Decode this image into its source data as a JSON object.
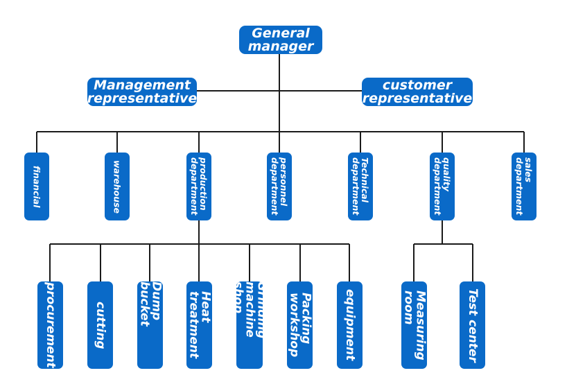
{
  "org_chart": {
    "general_manager": {
      "line1": "General",
      "line2": "manager"
    },
    "management_rep": {
      "line1": "Management",
      "line2": "representative"
    },
    "customer_rep": {
      "line1": "customer",
      "line2": "representative"
    },
    "departments": {
      "financial": "financial",
      "warehouse": "warehouse",
      "production": "production\ndepartment",
      "personnel": "personnel\ndepartment",
      "technical": "Technical\ndepartment",
      "quality": "quality\ndepartment",
      "sales": "sales\ndepartment"
    },
    "production_units": {
      "procurement": "procurement",
      "cutting": "cutting",
      "dump_bucket": "Dump bucket",
      "heat_treatment": "Heat\ntreatment",
      "grinding": "Grinding\nmachine shop",
      "packing": "Packing\nworkshop",
      "equipment": "equipment"
    },
    "quality_units": {
      "measuring_room": "Measuring\nroom",
      "test_center": "Test center"
    }
  },
  "colors": {
    "box_fill": "#0a6ac8",
    "box_text": "#ffffff",
    "connector": "#1a1a1a"
  }
}
